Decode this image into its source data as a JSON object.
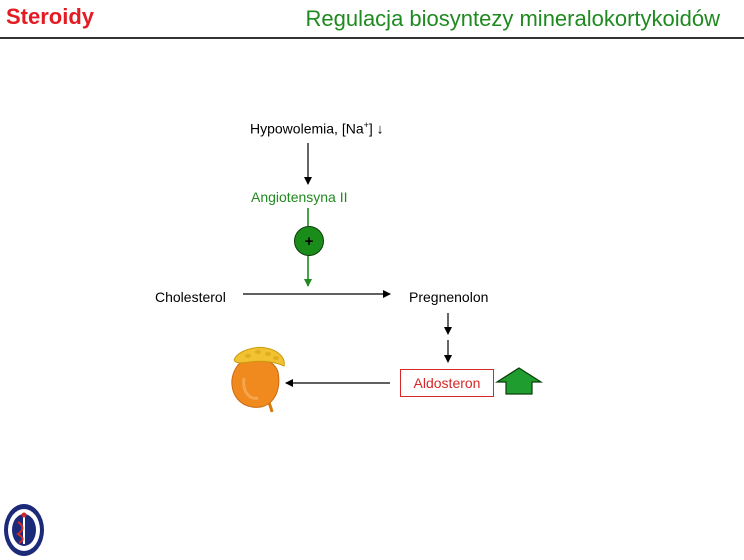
{
  "header": {
    "section_title": "Steroidy",
    "slide_title": "Regulacja biosyntezy mineralokortykoidów"
  },
  "diagram": {
    "stimulus_prefix": "Hypowolemia, [Na",
    "stimulus_sup": "+",
    "stimulus_suffix": "] ↓",
    "activator": "Angiotensyna II",
    "activation_symbol": "+",
    "substrate": "Cholesterol",
    "intermediate": "Pregnenolon",
    "product": "Aldosteron"
  },
  "icons": {
    "adrenal_gland": "adrenal-gland-icon",
    "increase_arrow": "up-arrow-icon",
    "university_seal": "university-seal-icon"
  },
  "colors": {
    "title_red": "#e31b23",
    "title_green": "#1f8a1f",
    "activator_green": "#1f8a1f",
    "product_red": "#d62828",
    "gland_orange": "#f08a1e",
    "up_arrow_green": "#1f9e2f"
  }
}
